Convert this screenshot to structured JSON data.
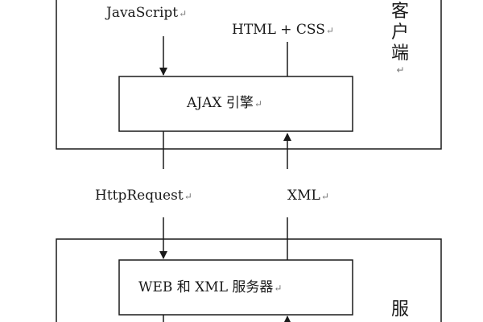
{
  "client": {
    "input_left": "JavaScript",
    "input_right": "HTML + CSS",
    "engine": "AJAX 引擎",
    "side_label": [
      "客",
      "户",
      "端"
    ],
    "tail_mark": "↵"
  },
  "transport": {
    "request": "HttpRequest",
    "response": "XML"
  },
  "server": {
    "box": "WEB 和 XML 服务器",
    "side_label": [
      "服"
    ]
  },
  "para_mark": "↵"
}
